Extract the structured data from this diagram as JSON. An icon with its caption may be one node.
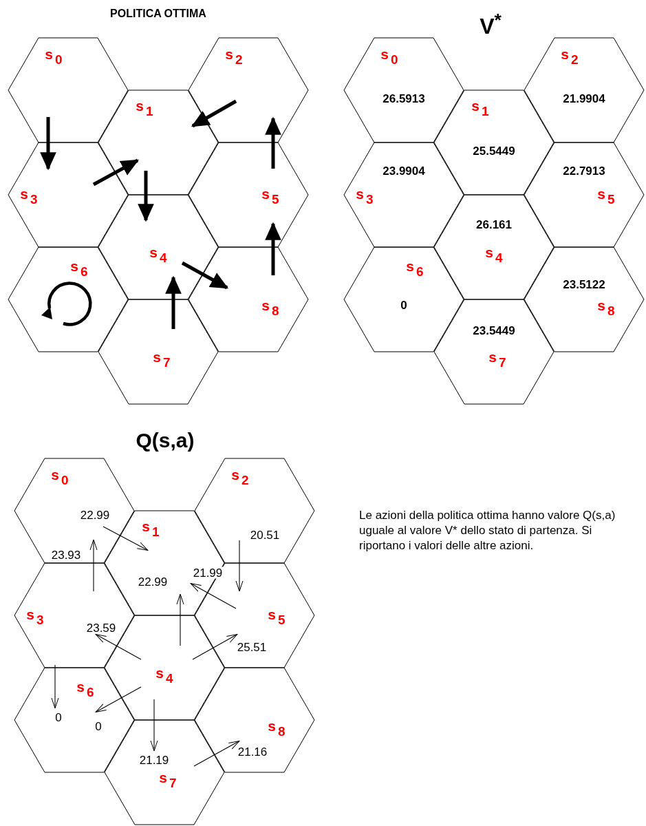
{
  "diagram": {
    "nodes": [
      {
        "text": [
          "s$_{0}$"
        ]
      },
      {
        "text": [
          "s$_{1}$"
        ]
      },
      {
        "text": [
          "s$_{2}$"
        ]
      },
      {
        "text": [
          "s$_{3}$"
        ]
      },
      {
        "text": [
          "s$_{4}$"
        ]
      },
      {
        "text": [
          "s$_{5}$"
        ]
      },
      {
        "text": [
          "s$_{6}$"
        ]
      },
      {
        "text": [
          "s$_{7}$"
        ]
      },
      {
        "text": [
          "s$_{8}$"
        ]
      },
      {
        "text": [
          "s$_{0}$",
          "26.5913"
        ]
      },
      {
        "text": [
          "s$_{1}$",
          "25.5449"
        ]
      },
      {
        "text": [
          "s$_{2}$",
          "21.9904"
        ]
      },
      {
        "text": [
          "23.9904",
          "s$_{3}$"
        ]
      },
      {
        "text": [
          "26.161",
          "s$_{4}$"
        ]
      },
      {
        "text": [
          "22.7913",
          "s$_{5}$"
        ]
      },
      {
        "text": [
          "s$_{6}$",
          "0"
        ]
      },
      {
        "text": [
          "23.5449",
          "s$_{7}$"
        ]
      },
      {
        "text": [
          "23.5122",
          "s$_{8}$"
        ]
      },
      {
        "text": [
          "s$_{0}$"
        ]
      },
      {
        "text": [
          "s$_{1}$"
        ]
      },
      {
        "text": [
          "s$_{2}$"
        ]
      },
      {
        "text": [
          "s$_{3}$"
        ]
      },
      {
        "text": [
          "s$_{4}$"
        ]
      },
      {
        "text": [
          "s$_{5}$"
        ]
      },
      {
        "text": [
          "s$_{6}$"
        ]
      },
      {
        "text": [
          "s$_{7}$"
        ]
      },
      {
        "text": [
          "s$_{8}$"
        ]
      }
    ],
    "edges": [
      {
        "from": 0,
        "to": 3,
        "arrow": "to",
        "style": "thick"
      },
      {
        "from": 2,
        "to": 1,
        "arrow": "to",
        "style": "thick"
      },
      {
        "from": 3,
        "to": 1,
        "arrow": "to",
        "style": "thick"
      },
      {
        "from": 1,
        "to": 4,
        "arrow": "to",
        "style": "thick"
      },
      {
        "from": 5,
        "to": 2,
        "arrow": "to",
        "style": "thick"
      },
      {
        "from": 4,
        "to": 8,
        "arrow": "to",
        "style": "thick"
      },
      {
        "from": 8,
        "to": 5,
        "arrow": "to",
        "style": "thick"
      },
      {
        "from": 7,
        "to": 4,
        "arrow": "to",
        "style": "thick"
      },
      {
        "from": 18,
        "to": 19,
        "arrow": "to",
        "label": "22.99"
      },
      {
        "from": 21,
        "to": 18,
        "arrow": "to",
        "label": "23.93"
      },
      {
        "from": 20,
        "to": 23,
        "arrow": "to",
        "label": "20.51"
      },
      {
        "from": 23,
        "to": 19,
        "arrow": "to",
        "label": "21.99"
      },
      {
        "from": 22,
        "to": 19,
        "arrow": "to",
        "label": "22.99"
      },
      {
        "from": 22,
        "to": 21,
        "arrow": "to",
        "label": "23.59"
      },
      {
        "from": 22,
        "to": 23,
        "arrow": "to",
        "label": "25.51"
      },
      {
        "from": 21,
        "to": 24,
        "arrow": "to",
        "label": "0"
      },
      {
        "from": 22,
        "to": 24,
        "arrow": "to",
        "label": "0"
      },
      {
        "from": 22,
        "to": 25,
        "arrow": "to",
        "label": "21.19"
      },
      {
        "from": 25,
        "to": 26,
        "arrow": "to",
        "label": "21.16"
      }
    ],
    "labels": [
      "POLITICA OTTIMA",
      "V$^{*}$",
      "Q(s,a)",
      "Le azioni della politica ottima hanno valore Q(s,a) uguale al valore V* dello stato di partenza. Si riportano i valori delle altre azioni."
    ]
  }
}
